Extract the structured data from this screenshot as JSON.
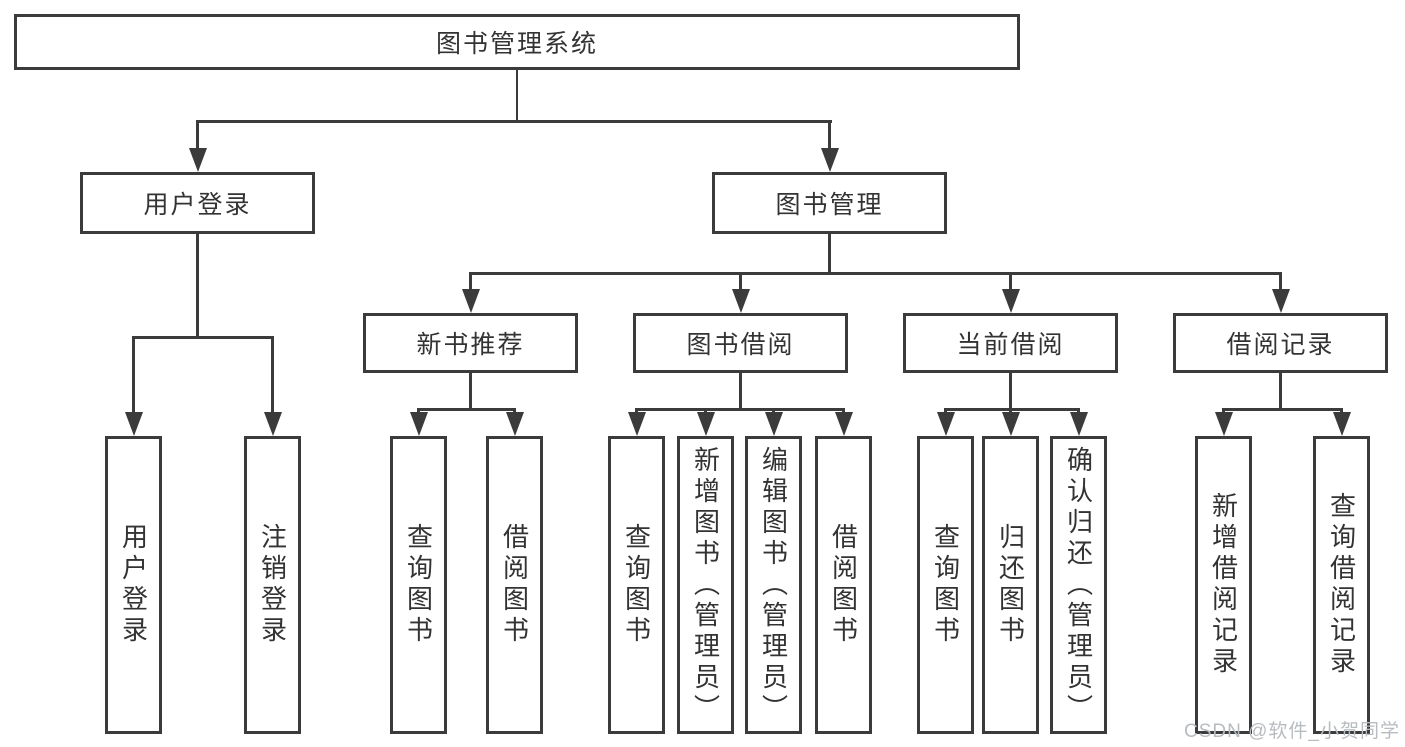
{
  "tree": {
    "label": "图书管理系统",
    "children": [
      {
        "label": "用户登录",
        "children": [
          {
            "label": "用户登录"
          },
          {
            "label": "注销登录"
          }
        ]
      },
      {
        "label": "图书管理",
        "children": [
          {
            "label": "新书推荐",
            "children": [
              {
                "label": "查询图书"
              },
              {
                "label": "借阅图书"
              }
            ]
          },
          {
            "label": "图书借阅",
            "children": [
              {
                "label": "查询图书"
              },
              {
                "label": "新增图书（管理员）"
              },
              {
                "label": "编辑图书（管理员）"
              },
              {
                "label": "借阅图书"
              }
            ]
          },
          {
            "label": "当前借阅",
            "children": [
              {
                "label": "查询图书"
              },
              {
                "label": "归还图书"
              },
              {
                "label": "确认归还（管理员）"
              }
            ]
          },
          {
            "label": "借阅记录",
            "children": [
              {
                "label": "新增借阅记录"
              },
              {
                "label": "查询借阅记录"
              }
            ]
          }
        ]
      }
    ]
  },
  "watermark": {
    "text": "CSDN @软件_小贺同学"
  },
  "colors": {
    "line": "#3b3b3b",
    "text": "#333333",
    "watermark": "#b7bcc1"
  }
}
